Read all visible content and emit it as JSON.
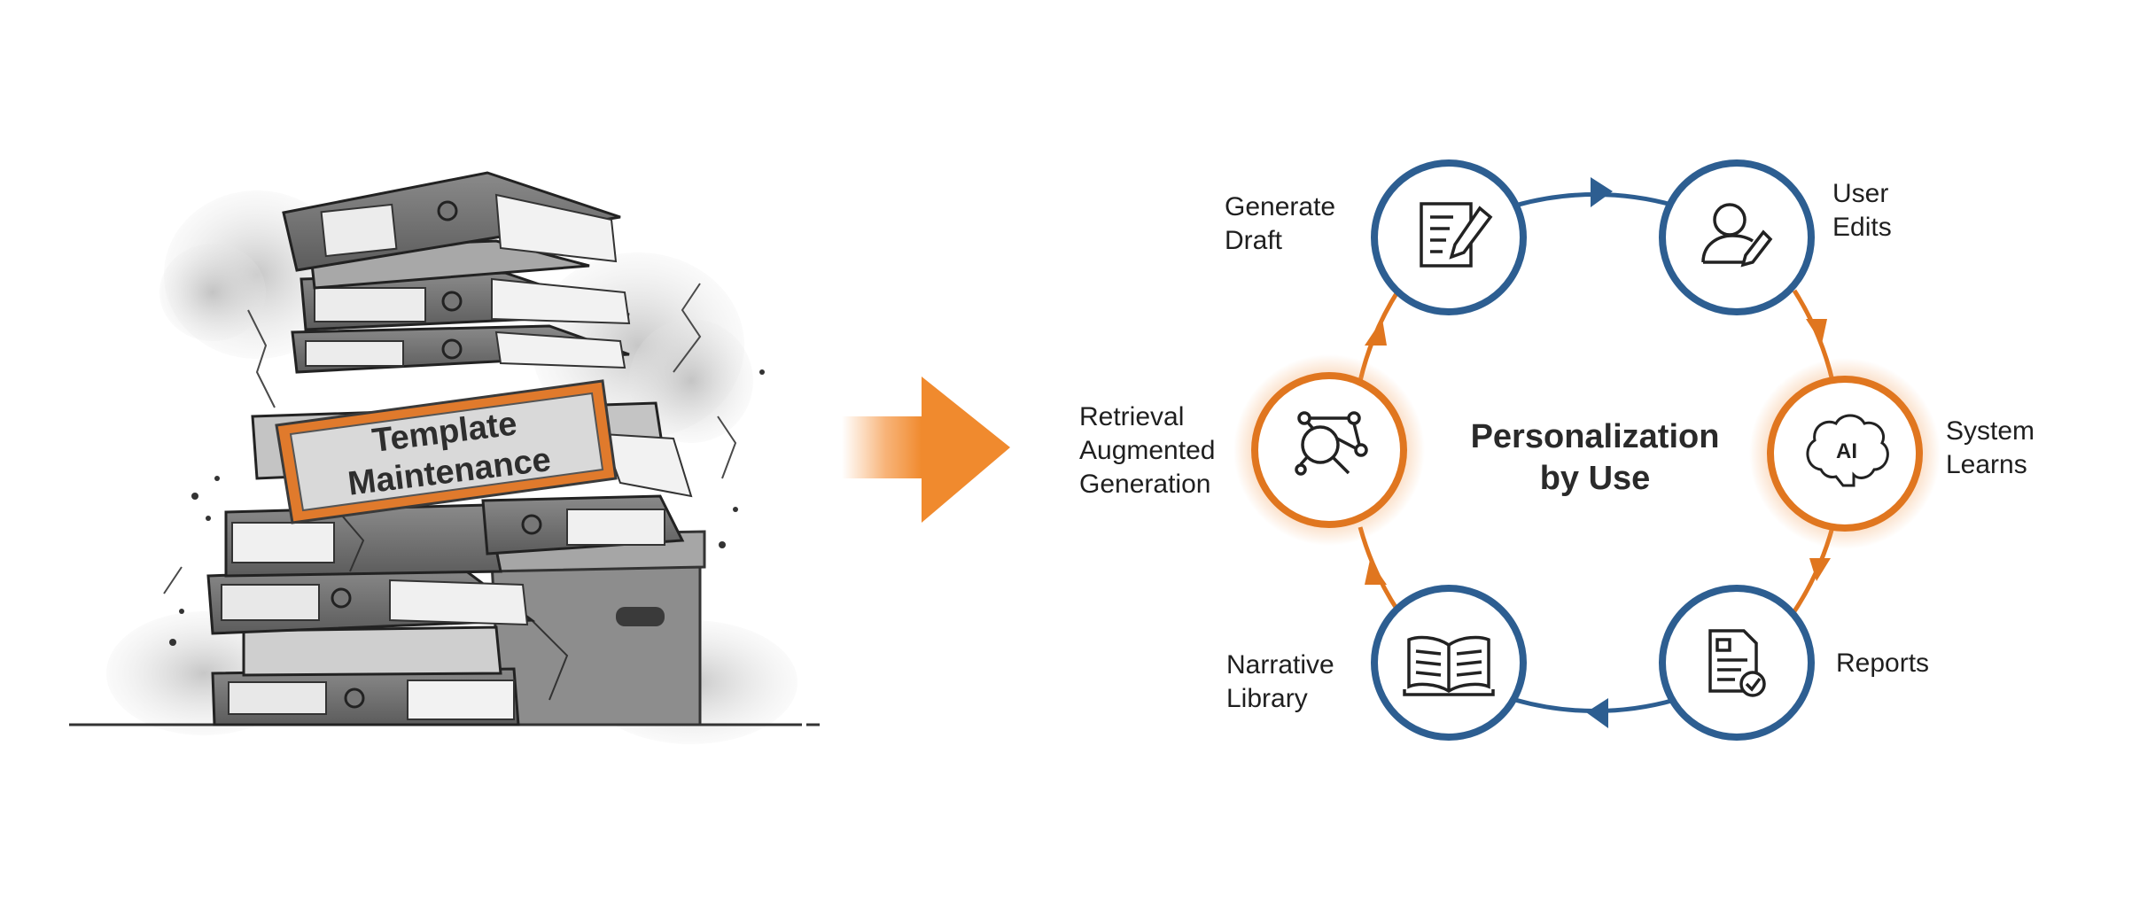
{
  "left_illustration": {
    "sign_lines": [
      "Template",
      "Maintenance"
    ]
  },
  "cycle": {
    "center_lines": [
      "Personalization",
      "by Use"
    ],
    "nodes": [
      {
        "id": "generate-draft",
        "label_lines": [
          "Generate",
          "Draft"
        ],
        "icon": "document-pencil-icon",
        "color": "#2d5e91"
      },
      {
        "id": "user-edits",
        "label_lines": [
          "User",
          "Edits"
        ],
        "icon": "user-pencil-icon",
        "color": "#2d5e91"
      },
      {
        "id": "system-learns",
        "label_lines": [
          "System",
          "Learns"
        ],
        "icon": "ai-brain-icon",
        "icon_text": "AI",
        "color": "#e0761f"
      },
      {
        "id": "reports",
        "label_lines": [
          "Reports"
        ],
        "icon": "report-check-icon",
        "color": "#2d5e91"
      },
      {
        "id": "narrative-library",
        "label_lines": [
          "Narrative",
          "Library"
        ],
        "icon": "open-book-icon",
        "color": "#2d5e91"
      },
      {
        "id": "retrieval-augmented-generation",
        "label_lines": [
          "Retrieval",
          "Augmented",
          "Generation"
        ],
        "icon": "search-network-icon",
        "color": "#e0761f"
      }
    ]
  },
  "colors": {
    "blue": "#2d5e91",
    "orange": "#e0761f",
    "sign_orange": "#e07a2c",
    "gray_dark": "#4a4a4a"
  }
}
